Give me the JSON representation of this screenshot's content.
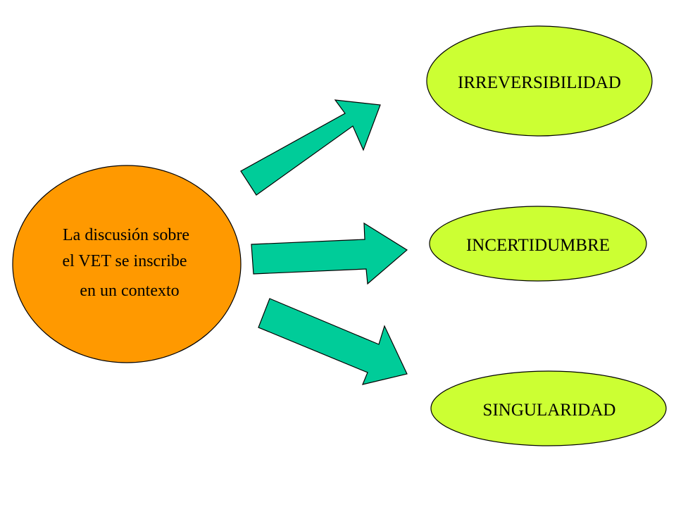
{
  "diagram": {
    "center": {
      "lines": [
        "La discusión sobre",
        "el VET se inscribe",
        "en un contexto"
      ],
      "fill": "#ff9900"
    },
    "nodes": [
      {
        "label": "IRREVERSIBILIDAD",
        "fill": "#ccff33"
      },
      {
        "label": "INCERTIDUMBRE",
        "fill": "#ccff33"
      },
      {
        "label": "SINGULARIDAD",
        "fill": "#ccff33"
      }
    ],
    "arrow_fill": "#00cc99",
    "stroke": "#000000"
  }
}
